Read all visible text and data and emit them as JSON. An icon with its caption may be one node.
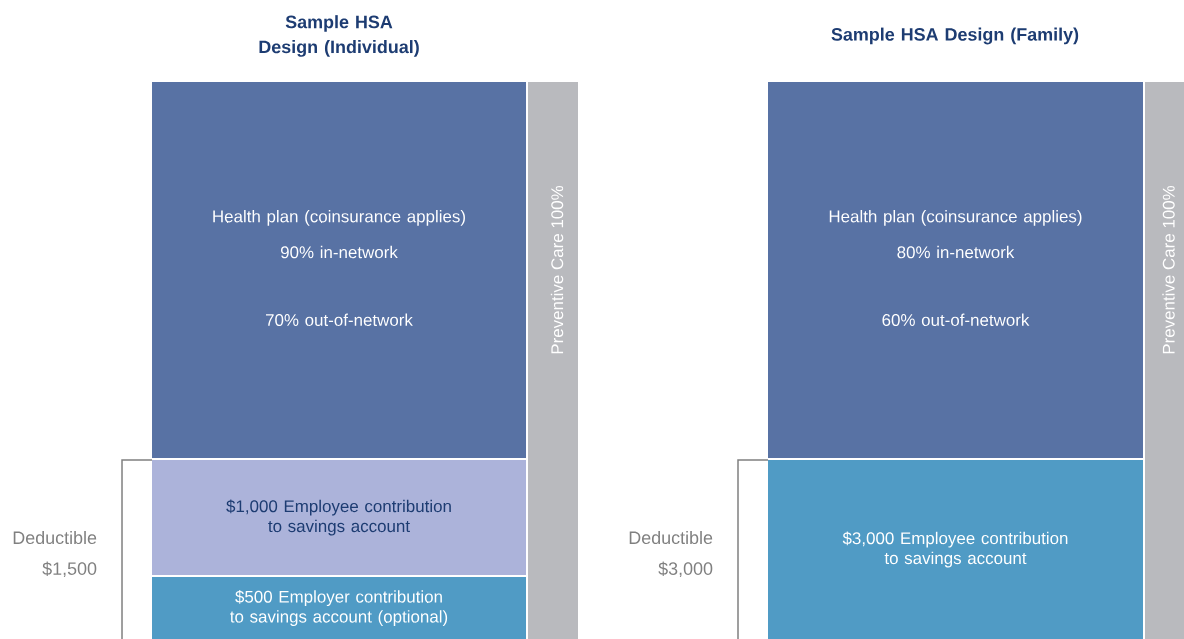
{
  "diagram": {
    "nodes": [
      {
        "text": [
          "Health plan (coinsurance applies)",
          "90% in-network",
          "70% out-of-network"
        ]
      },
      {
        "text": [
          "$1,000 Employee contribution to savings account"
        ]
      },
      {
        "text": [
          "$500 Employer contribution to savings account (optional)"
        ]
      },
      {
        "text": [
          "Preventive Care 100%"
        ]
      },
      {
        "text": [
          "Health plan (coinsurance applies)",
          "80% in-network",
          "60% out-of-network"
        ]
      },
      {
        "text": [
          "$3,000 Employee contribution to savings account"
        ]
      },
      {
        "text": [
          "Preventive Care 100%"
        ]
      }
    ],
    "labels": [
      "Sample HSA Design (Individual)",
      "Sample HSA Design (Family)",
      "Deductible $1,500",
      "Deductible $3,000"
    ]
  }
}
